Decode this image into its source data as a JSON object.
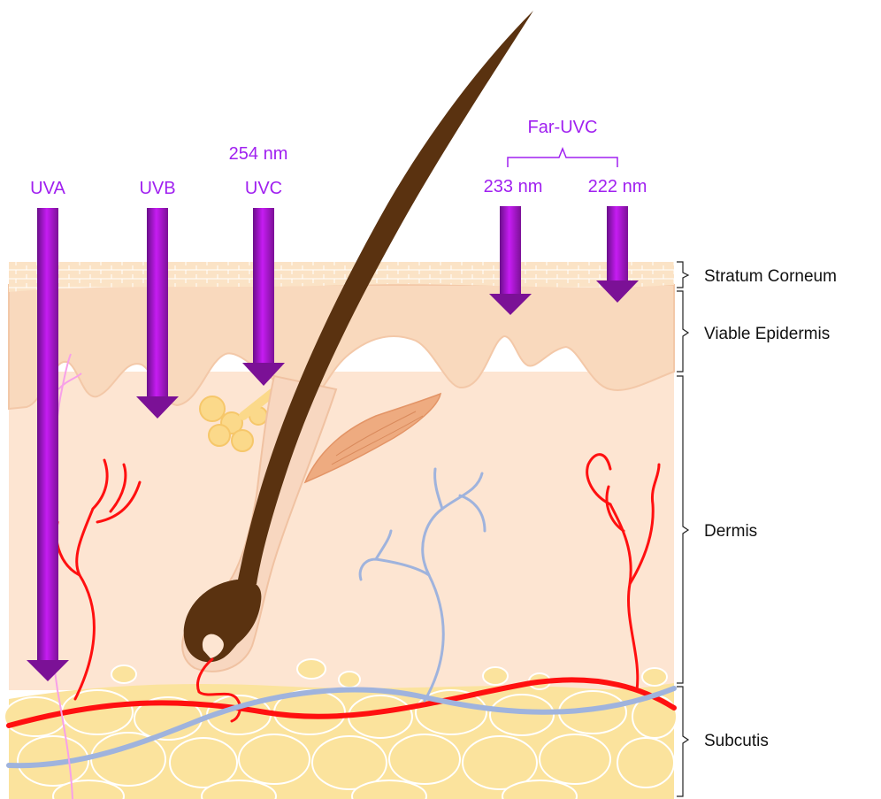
{
  "colors": {
    "uv_label": "#a020f0",
    "arrow_light": "#c61cf2",
    "arrow_dark": "#6a0f8a",
    "stratum_corneum": "#fbe3c6",
    "epidermis": "#f9d9bd",
    "dermis": "#fde5d2",
    "subcutis": "#fbe39d",
    "fat_cell_edge": "#ffffff",
    "hair": "#5a3210",
    "artery": "#ff1010",
    "vein": "#9fb3dd",
    "muscle": "#eeab80",
    "gland": "#fbd98a"
  },
  "uv_labels": {
    "uva": "UVA",
    "uvb": "UVB",
    "uvc": "UVC",
    "uvc_wavelength": "254 nm",
    "far_uvc": "Far-UVC",
    "far_uvc_233": "233 nm",
    "far_uvc_222": "222 nm"
  },
  "layers": {
    "stratum_corneum": "Stratum Corneum",
    "viable_epidermis": "Viable Epidermis",
    "dermis": "Dermis",
    "subcutis": "Subcutis"
  }
}
